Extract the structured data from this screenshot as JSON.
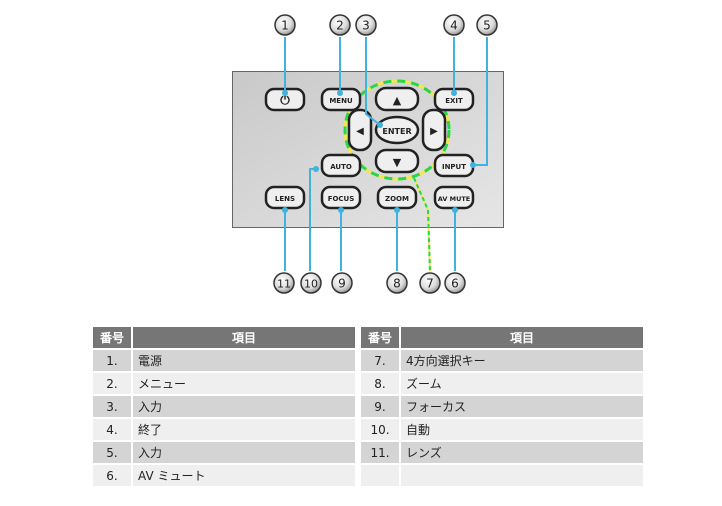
{
  "remote": {
    "buttons": {
      "power": "⏻",
      "menu": "MENU",
      "exit": "EXIT",
      "enter": "ENTER",
      "up": "▲",
      "down": "▼",
      "left": "◀",
      "right": "▶",
      "auto": "AUTO",
      "input": "INPUT",
      "lens": "LENS",
      "focus": "FOCUS",
      "zoom": "ZOOM",
      "av_mute": "AV MUTE"
    },
    "callouts": [
      "1",
      "2",
      "3",
      "4",
      "5",
      "6",
      "7",
      "8",
      "9",
      "10",
      "11"
    ],
    "colors": {
      "leader": "#3fb2e0",
      "ring_yellow": "#f2e84a",
      "ring_green": "#27d64a",
      "panel": "#d3d3d3"
    }
  },
  "table_left": {
    "headers": [
      "番号",
      "項目"
    ],
    "rows": [
      {
        "num": "1.",
        "item": "電源"
      },
      {
        "num": "2.",
        "item": "メニュー"
      },
      {
        "num": "3.",
        "item": "入力"
      },
      {
        "num": "4.",
        "item": "終了"
      },
      {
        "num": "5.",
        "item": "入力"
      },
      {
        "num": "6.",
        "item": "AV ミュート"
      }
    ]
  },
  "table_right": {
    "headers": [
      "番号",
      "項目"
    ],
    "rows": [
      {
        "num": "7.",
        "item": "4方向選択キー"
      },
      {
        "num": "8.",
        "item": "ズーム"
      },
      {
        "num": "9.",
        "item": "フォーカス"
      },
      {
        "num": "10.",
        "item": "自動"
      },
      {
        "num": "11.",
        "item": "レンズ"
      },
      {
        "num": "",
        "item": ""
      }
    ]
  }
}
